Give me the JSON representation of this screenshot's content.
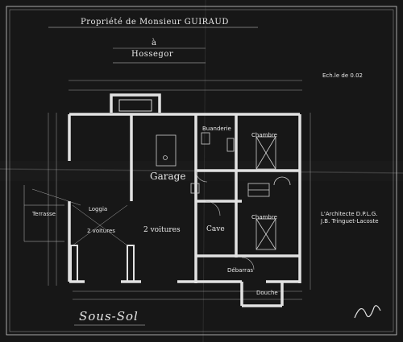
{
  "header": {
    "title": "Propriété de Monsieur GUIRAUD",
    "conjunction": "à",
    "place": "Hossegor"
  },
  "scale": "Ech.le de 0.02",
  "rooms": {
    "terrasse": "Terrasse",
    "loggia": "Loggia",
    "voitures": "2 voitures",
    "garage": "Garage",
    "garage_cars": "2 voitures",
    "buanderie": "Buanderie",
    "chambre_top": "Chambre",
    "chambre_mid": "Chambre",
    "cave": "Cave",
    "debarras": "Débarras",
    "douche": "Douche"
  },
  "architect": {
    "line1": "L'Architecte D.P.L.G.",
    "line2": "J.B. Tringuet-Lacoste"
  },
  "footer": {
    "level": "Sous-Sol"
  },
  "colors": {
    "background": "#161616",
    "ink": "#e6e6e6"
  }
}
